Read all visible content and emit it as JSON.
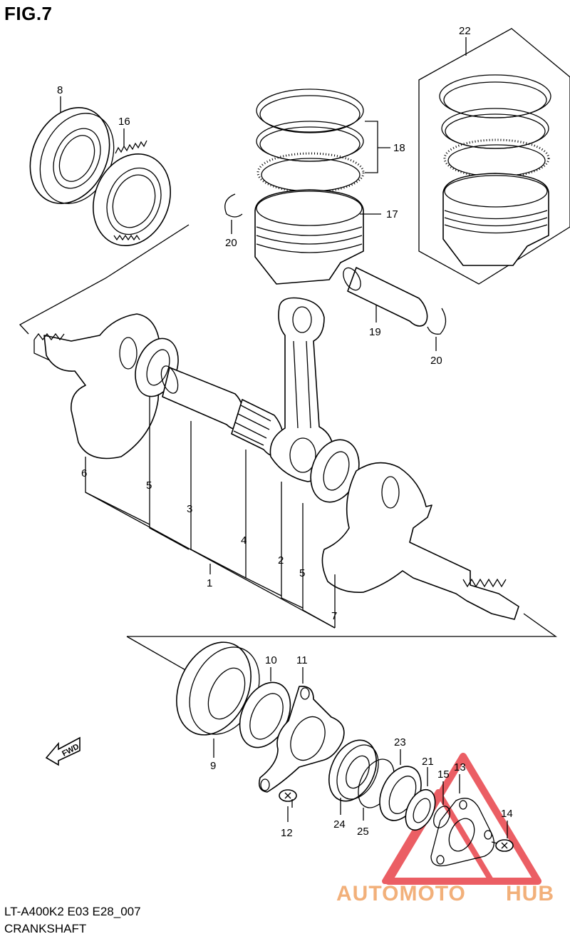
{
  "header": {
    "figure_label": "FIG.7"
  },
  "footer": {
    "model_code": "LT-A400K2 E03 E28_007",
    "section_name": "CRANKSHAFT"
  },
  "fwd_label": "FWD",
  "callouts": {
    "c1": "1",
    "c2": "2",
    "c3": "3",
    "c4": "4",
    "c5a": "5",
    "c5b": "5",
    "c6": "6",
    "c7": "7",
    "c8": "8",
    "c9": "9",
    "c10": "10",
    "c11": "11",
    "c12": "12",
    "c13": "13",
    "c14": "14",
    "c15": "15",
    "c16": "16",
    "c17": "17",
    "c18": "18",
    "c19": "19",
    "c20a": "20",
    "c20b": "20",
    "c21": "21",
    "c22": "22",
    "c23": "23",
    "c24": "24",
    "c25": "25"
  },
  "watermark": {
    "part1": "AUTOMOTO",
    "part2": "HUB",
    "color_main": "#f2b07a",
    "color_accent": "#f2b07a",
    "tri_color": "#e8424a"
  }
}
